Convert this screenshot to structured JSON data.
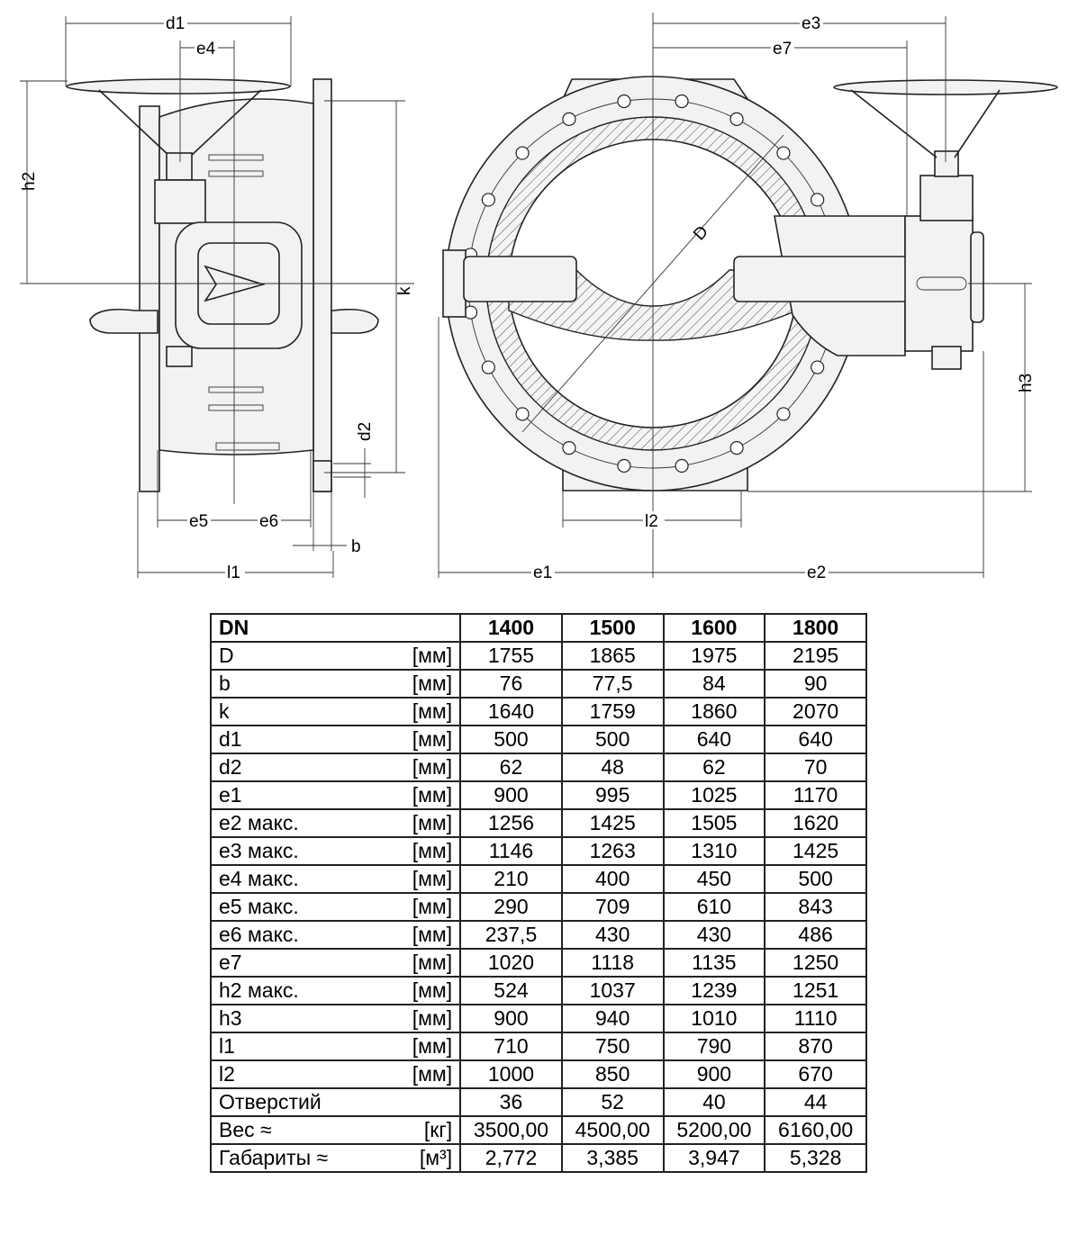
{
  "drawing": {
    "dimensions": {
      "d1": "d1",
      "e4": "e4",
      "h2": "h2",
      "k": "k",
      "d2": "d2",
      "e5": "e5",
      "e6": "e6",
      "b": "b",
      "l1": "l1",
      "e3": "e3",
      "e7": "e7",
      "D": "D",
      "h3": "h3",
      "l2": "l2",
      "e1": "e1",
      "e2": "e2"
    }
  },
  "table": {
    "header": {
      "label": "DN",
      "values": [
        "1400",
        "1500",
        "1600",
        "1800"
      ]
    },
    "rows": [
      {
        "label": "D",
        "unit": "[мм]",
        "values": [
          "1755",
          "1865",
          "1975",
          "2195"
        ]
      },
      {
        "label": "b",
        "unit": "[мм]",
        "values": [
          "76",
          "77,5",
          "84",
          "90"
        ]
      },
      {
        "label": "k",
        "unit": "[мм]",
        "values": [
          "1640",
          "1759",
          "1860",
          "2070"
        ]
      },
      {
        "label": "d1",
        "unit": "[мм]",
        "values": [
          "500",
          "500",
          "640",
          "640"
        ]
      },
      {
        "label": "d2",
        "unit": "[мм]",
        "values": [
          "62",
          "48",
          "62",
          "70"
        ]
      },
      {
        "label": "e1",
        "unit": "[мм]",
        "values": [
          "900",
          "995",
          "1025",
          "1170"
        ]
      },
      {
        "label": "e2 макс.",
        "unit": "[мм]",
        "values": [
          "1256",
          "1425",
          "1505",
          "1620"
        ]
      },
      {
        "label": "e3 макс.",
        "unit": "[мм]",
        "values": [
          "1146",
          "1263",
          "1310",
          "1425"
        ]
      },
      {
        "label": "e4 макс.",
        "unit": "[мм]",
        "values": [
          "210",
          "400",
          "450",
          "500"
        ]
      },
      {
        "label": "e5 макс.",
        "unit": "[мм]",
        "values": [
          "290",
          "709",
          "610",
          "843"
        ]
      },
      {
        "label": "e6 макс.",
        "unit": "[мм]",
        "values": [
          "237,5",
          "430",
          "430",
          "486"
        ]
      },
      {
        "label": "e7",
        "unit": "[мм]",
        "values": [
          "1020",
          "1118",
          "1135",
          "1250"
        ]
      },
      {
        "label": "h2 макс.",
        "unit": "[мм]",
        "values": [
          "524",
          "1037",
          "1239",
          "1251"
        ]
      },
      {
        "label": "h3",
        "unit": "[мм]",
        "values": [
          "900",
          "940",
          "1010",
          "1110"
        ]
      },
      {
        "label": "l1",
        "unit": "[мм]",
        "values": [
          "710",
          "750",
          "790",
          "870"
        ]
      },
      {
        "label": "l2",
        "unit": "[мм]",
        "values": [
          "1000",
          "850",
          "900",
          "670"
        ]
      },
      {
        "label": "Отверстий",
        "unit": "",
        "values": [
          "36",
          "52",
          "40",
          "44"
        ]
      },
      {
        "label": "Вес ≈",
        "unit": "[кг]",
        "values": [
          "3500,00",
          "4500,00",
          "5200,00",
          "6160,00"
        ]
      },
      {
        "label": "Габариты ≈",
        "unit": "[м³]",
        "values": [
          "2,772",
          "3,385",
          "3,947",
          "5,328"
        ]
      }
    ]
  }
}
